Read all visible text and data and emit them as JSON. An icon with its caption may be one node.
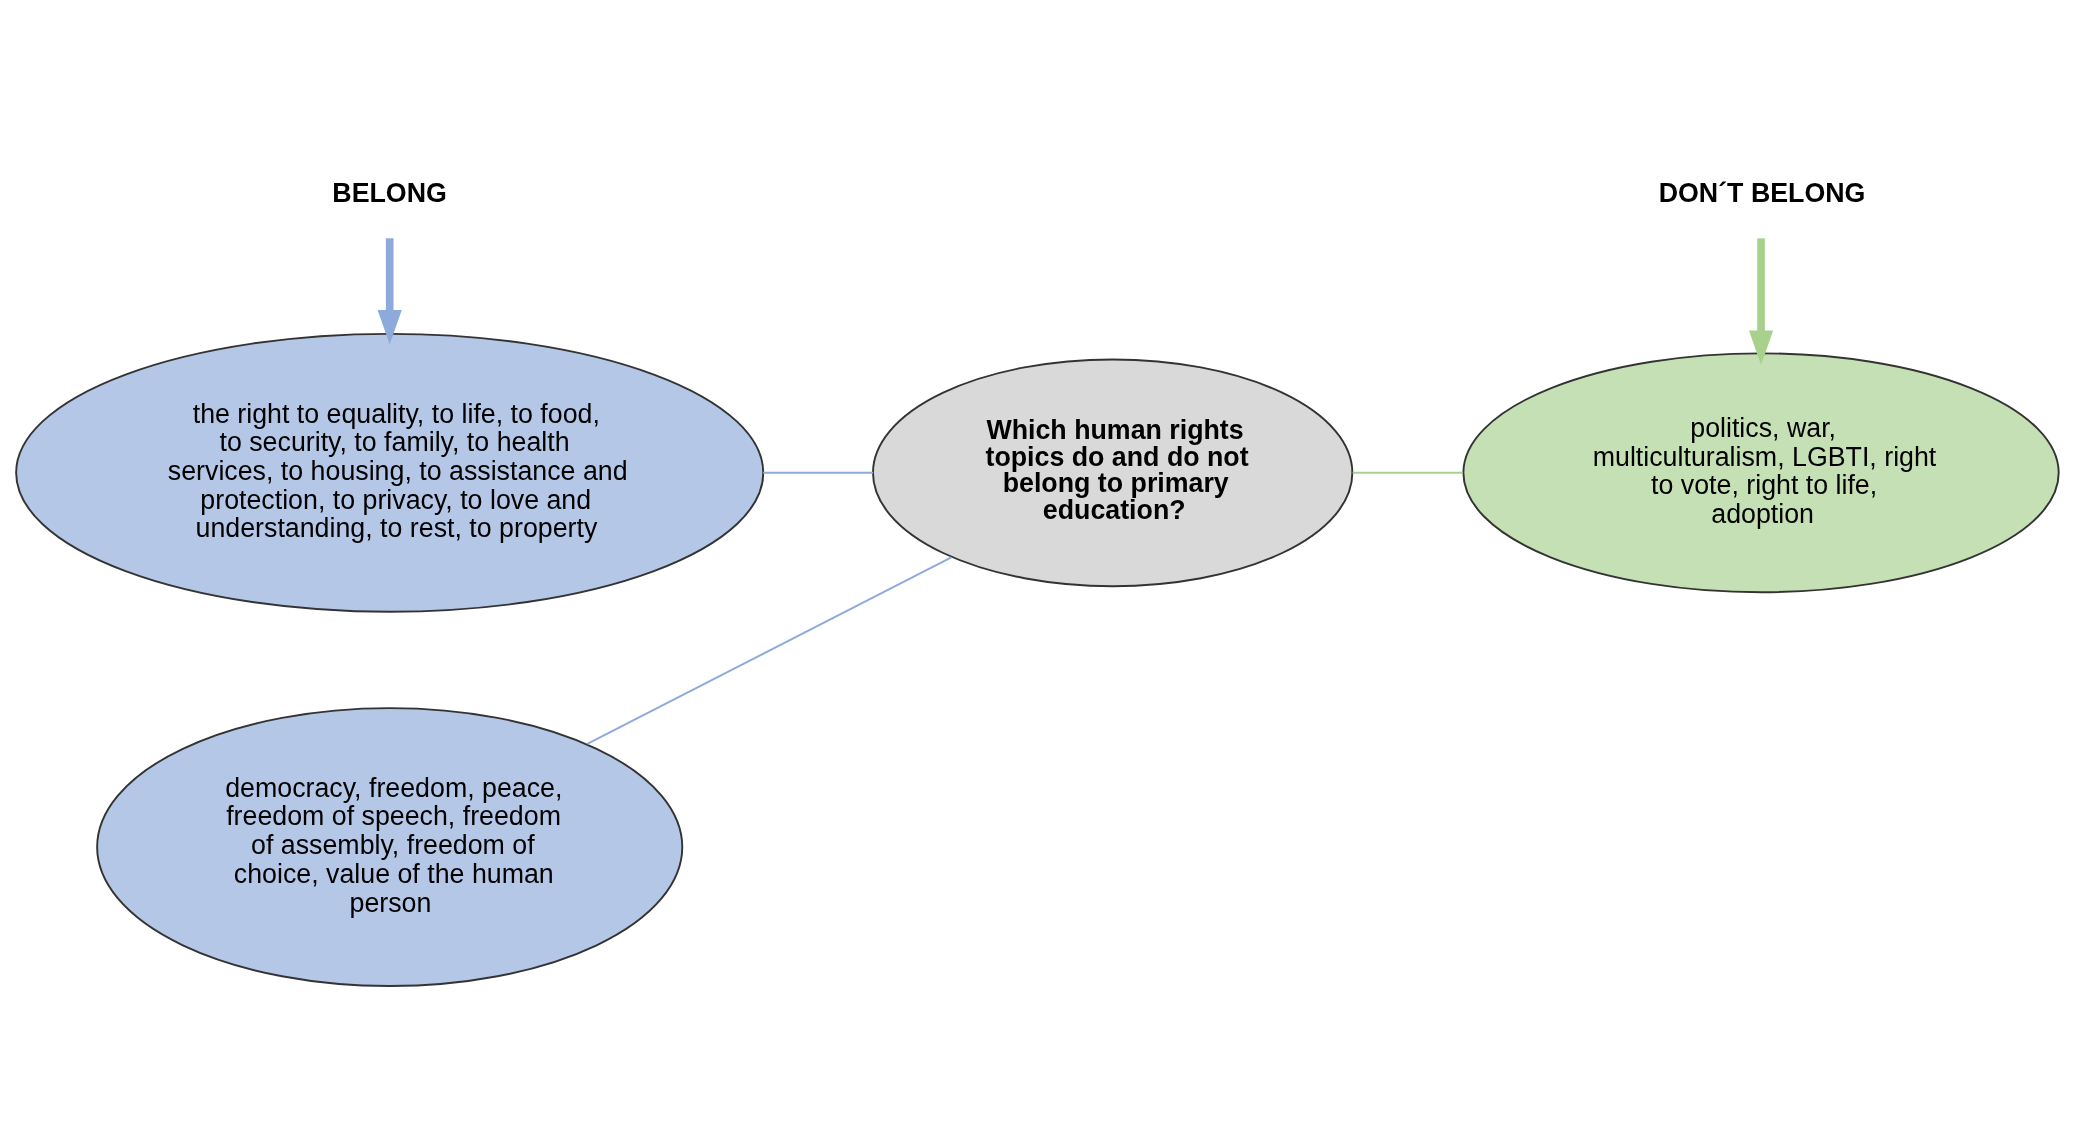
{
  "diagram": {
    "nodes": [
      {
        "text": [
          "BELONG"
        ]
      },
      {
        "text": [
          "DON´T BELONG"
        ]
      },
      {
        "text": [
          "the right to equality, to life, to food, to security, to family, to health services, to housing, to assistance and protection, to privacy, to love and understanding, to rest, to property"
        ]
      },
      {
        "text": [
          "democracy, freedom, peace, freedom of speech, freedom of assembly, freedom of choice, value of the human person"
        ]
      },
      {
        "text": [
          "Which human rights topics do and do not belong to primary education?"
        ]
      },
      {
        "text": [
          "politics, war, multiculturalism, LGBTI, right to vote, right to life, adoption"
        ]
      }
    ],
    "edges": [
      {
        "from": 0,
        "to": 2,
        "arrow": "to",
        "style": "thick",
        "color": "#8eaadb"
      },
      {
        "from": 1,
        "to": 5,
        "arrow": "to",
        "style": "thick",
        "color": "#a9d18e"
      },
      {
        "from": 4,
        "to": 2,
        "arrow": "none",
        "color": "#8eaadb"
      },
      {
        "from": 4,
        "to": 3,
        "arrow": "none",
        "color": "#8eaadb"
      },
      {
        "from": 4,
        "to": 5,
        "arrow": "none",
        "color": "#a9d18e"
      }
    ]
  }
}
